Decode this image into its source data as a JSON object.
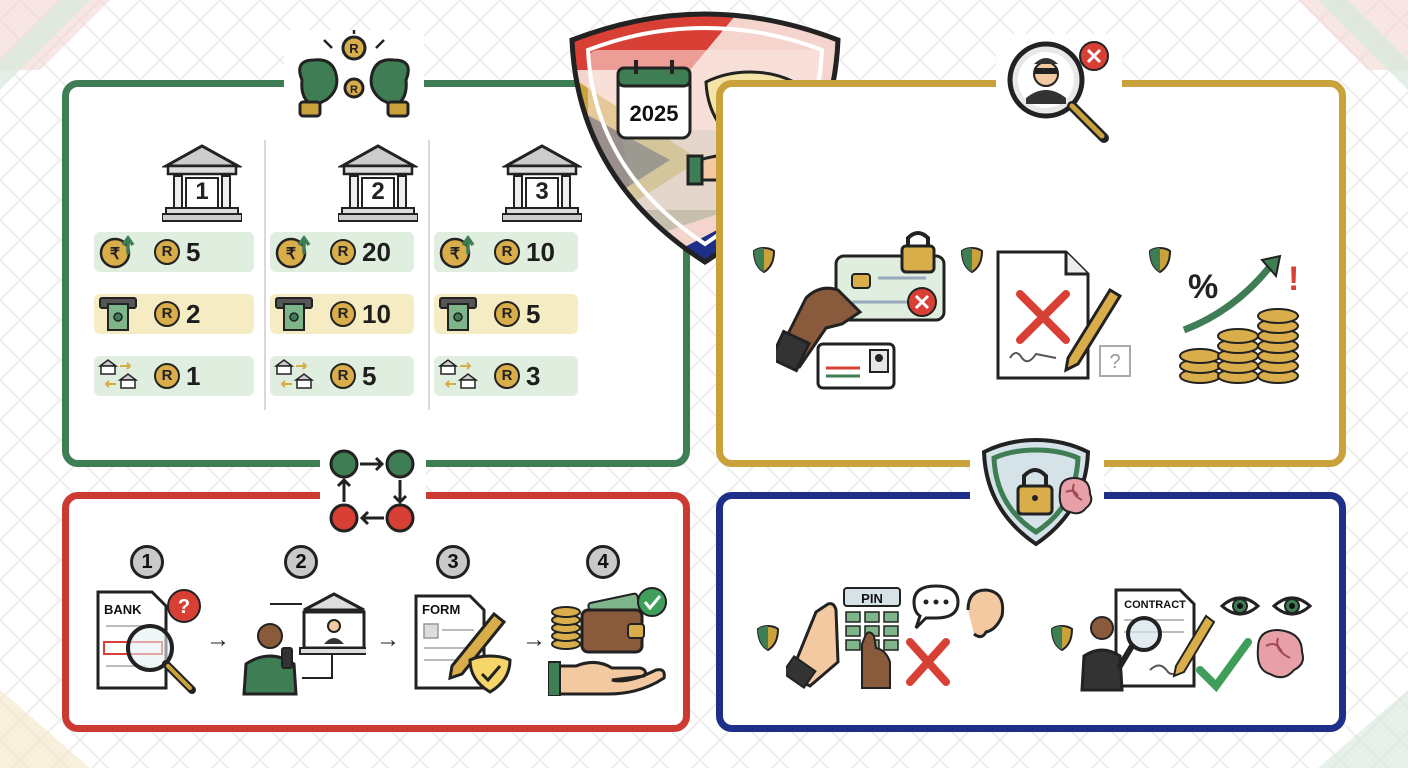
{
  "shield": {
    "year": "2025"
  },
  "banks": [
    {
      "number": "1",
      "fees": [
        "5",
        "2",
        "1"
      ]
    },
    {
      "number": "2",
      "fees": [
        "20",
        "10",
        "5"
      ]
    },
    {
      "number": "3",
      "fees": [
        "10",
        "5",
        "3"
      ]
    }
  ],
  "currency_symbol": "R",
  "steps": [
    {
      "number": "1",
      "doc_label": "BANK"
    },
    {
      "number": "2"
    },
    {
      "number": "3",
      "doc_label": "FORM"
    },
    {
      "number": "4"
    }
  ],
  "blue_panel": {
    "pin_label": "PIN",
    "contract_label": "CONTRACT"
  },
  "colors": {
    "green": "#3f7e55",
    "gold": "#c9a23c",
    "red": "#cc3b32",
    "blue": "#1e2f8a",
    "row_green": "#dfeedf",
    "row_yellow": "#f6ecc4"
  },
  "icons": [
    "boxing-gloves-icon",
    "bank-icon",
    "coin-arrow-up-icon",
    "atm-icon",
    "transfer-icon",
    "calendar-icon",
    "shield-coins-icon",
    "thief-magnifier-icon",
    "card-lock-icon",
    "document-reject-icon",
    "interest-rising-icon",
    "flow-cycle-icon",
    "shield-lock-brain-icon",
    "magnifier-document-icon",
    "phone-person-icon",
    "form-pen-icon",
    "wallet-hand-icon",
    "pin-keypad-icon",
    "ear-speech-icon",
    "contract-review-icon",
    "eyes-brain-icon"
  ]
}
